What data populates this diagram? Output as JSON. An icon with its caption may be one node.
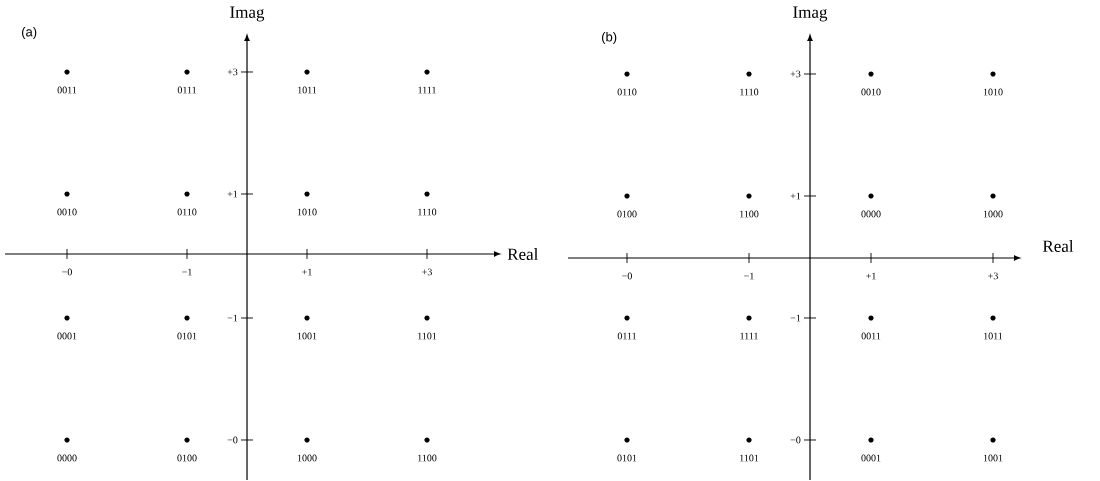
{
  "diagram": {
    "labels": [
      "(a)",
      "Imag",
      "+3",
      "0011",
      "0111",
      "1011",
      "1111",
      "+1",
      "0010",
      "0110",
      "1010",
      "1110",
      "Real",
      "−0",
      "−1",
      "+1",
      "+3",
      "−1",
      "0001",
      "0101",
      "1001",
      "1101",
      "−0",
      "0000",
      "0100",
      "1000",
      "1100",
      "(b)",
      "Imag",
      "+3",
      "0110",
      "1110",
      "0010",
      "1010",
      "+1",
      "0100",
      "1100",
      "0000",
      "1000",
      "Real",
      "−0",
      "−1",
      "+1",
      "+3",
      "−1",
      "0111",
      "1111",
      "0011",
      "1011",
      "−0",
      "0101",
      "1101",
      "0001",
      "1001"
    ]
  }
}
